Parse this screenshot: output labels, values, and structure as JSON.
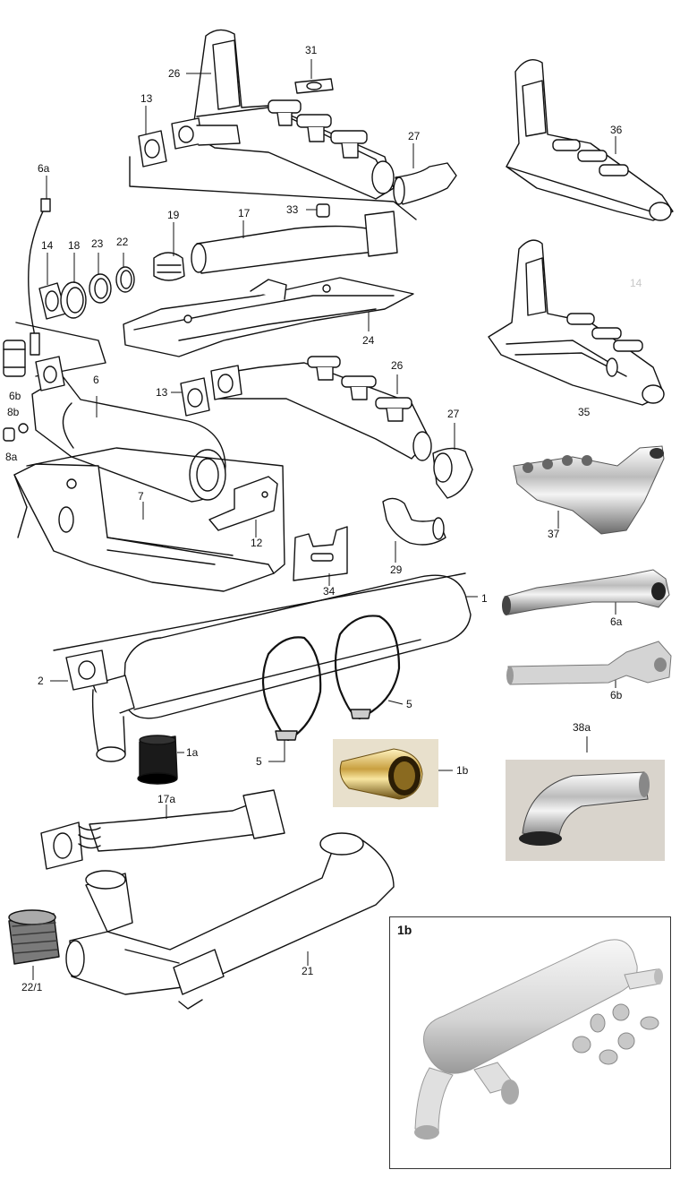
{
  "diagram": {
    "part_labels": {
      "p31": "31",
      "p26a": "26",
      "p13a": "13",
      "p27a": "27",
      "p36": "36",
      "p6a_top": "6a",
      "p33": "33",
      "p17": "17",
      "p19": "19",
      "p14": "14",
      "p18": "18",
      "p23": "23",
      "p22": "22",
      "p14b": "14",
      "p24": "24",
      "p26b": "26",
      "p13b": "13",
      "p6": "6",
      "p6b_left": "6b",
      "p8b": "8b",
      "p8a": "8a",
      "p35": "35",
      "p27b": "27",
      "p37": "37",
      "p7": "7",
      "p12": "12",
      "p29": "29",
      "p34": "34",
      "p1": "1",
      "p6a_right": "6a",
      "p2": "2",
      "p6b_right": "6b",
      "p5a": "5",
      "p5b": "5",
      "p38a": "38a",
      "p1a": "1a",
      "p1b": "1b",
      "p17a": "17a",
      "p21": "21",
      "p22_1": "22/1"
    },
    "inset_title": "1b"
  },
  "colors": {
    "line": "#111111",
    "chrome_light": "#eeeeee",
    "chrome_dark": "#555555",
    "photo_bg": "#e8e0cc",
    "photo_bg2": "#d9d4cc",
    "gold": "#c9a040",
    "silver_paint": "#d6d6d6"
  }
}
